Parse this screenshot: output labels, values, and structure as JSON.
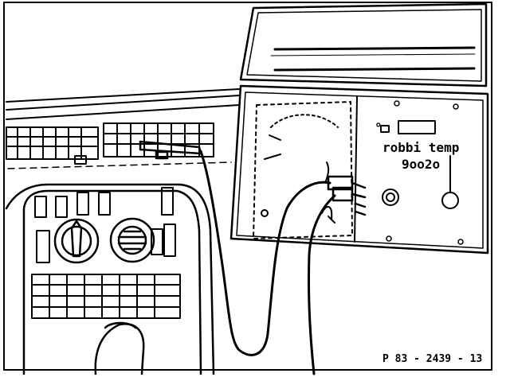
{
  "diagram": {
    "tester_brand_line1": "robbi temp",
    "tester_brand_line2": "9oo2o",
    "tester_degree_mark": "°",
    "figure_code": "P 83 - 2439 - 13"
  },
  "colors": {
    "ink": "#000000",
    "paper": "#ffffff"
  }
}
